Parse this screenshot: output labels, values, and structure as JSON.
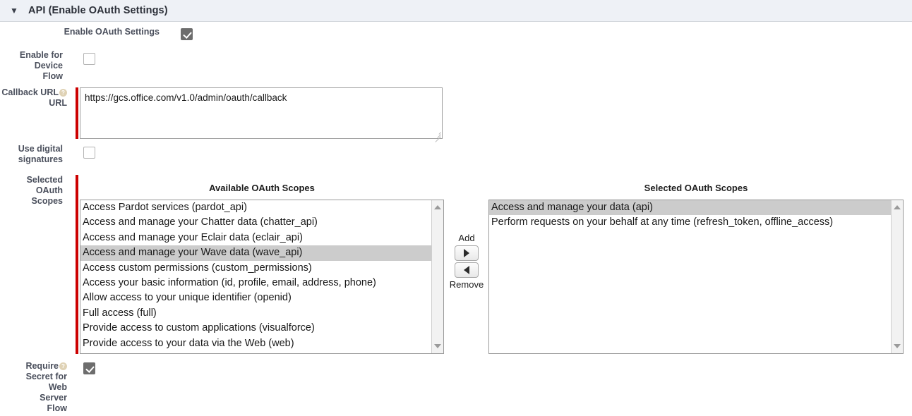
{
  "section": {
    "title": "API (Enable OAuth Settings)",
    "collapse_icon": "triangle-down-icon"
  },
  "fields": {
    "enable_oauth": {
      "label": "Enable OAuth Settings",
      "checked": true
    },
    "device_flow": {
      "label": "Enable for Device Flow",
      "checked": false
    },
    "callback_url": {
      "label": "Callback URL",
      "help_icon": "?",
      "value": "https://gcs.office.com/v1.0/admin/oauth/callback",
      "required": true
    },
    "digital_signatures": {
      "label": "Use digital signatures",
      "checked": false
    },
    "selected_scopes_label": "Selected OAuth Scopes",
    "require_secret": {
      "label": "Require Secret for Web Server Flow",
      "help_icon": "?",
      "checked": true
    }
  },
  "scopes": {
    "available_heading": "Available OAuth Scopes",
    "selected_heading": "Selected OAuth Scopes",
    "available": [
      {
        "label": "Access Pardot services (pardot_api)",
        "selected": false
      },
      {
        "label": "Access and manage your Chatter data (chatter_api)",
        "selected": false
      },
      {
        "label": "Access and manage your Eclair data (eclair_api)",
        "selected": false
      },
      {
        "label": "Access and manage your Wave data (wave_api)",
        "selected": true
      },
      {
        "label": "Access custom permissions (custom_permissions)",
        "selected": false
      },
      {
        "label": "Access your basic information (id, profile, email, address, phone)",
        "selected": false
      },
      {
        "label": "Allow access to your unique identifier (openid)",
        "selected": false
      },
      {
        "label": "Full access (full)",
        "selected": false
      },
      {
        "label": "Provide access to custom applications (visualforce)",
        "selected": false
      },
      {
        "label": "Provide access to your data via the Web (web)",
        "selected": false
      }
    ],
    "selected": [
      {
        "label": "Access and manage your data (api)",
        "selected": true
      },
      {
        "label": "Perform requests on your behalf at any time (refresh_token, offline_access)",
        "selected": false
      }
    ],
    "add_label": "Add",
    "remove_label": "Remove",
    "add_icon": "arrow-right-icon",
    "remove_icon": "arrow-left-icon"
  },
  "colors": {
    "header_bg": "#eef1f6",
    "required_bar": "#cc0000",
    "checkbox_checked": "#6d6d6d",
    "option_selected_bg": "#cccccc",
    "help_icon_bg": "#dfd2b5"
  }
}
